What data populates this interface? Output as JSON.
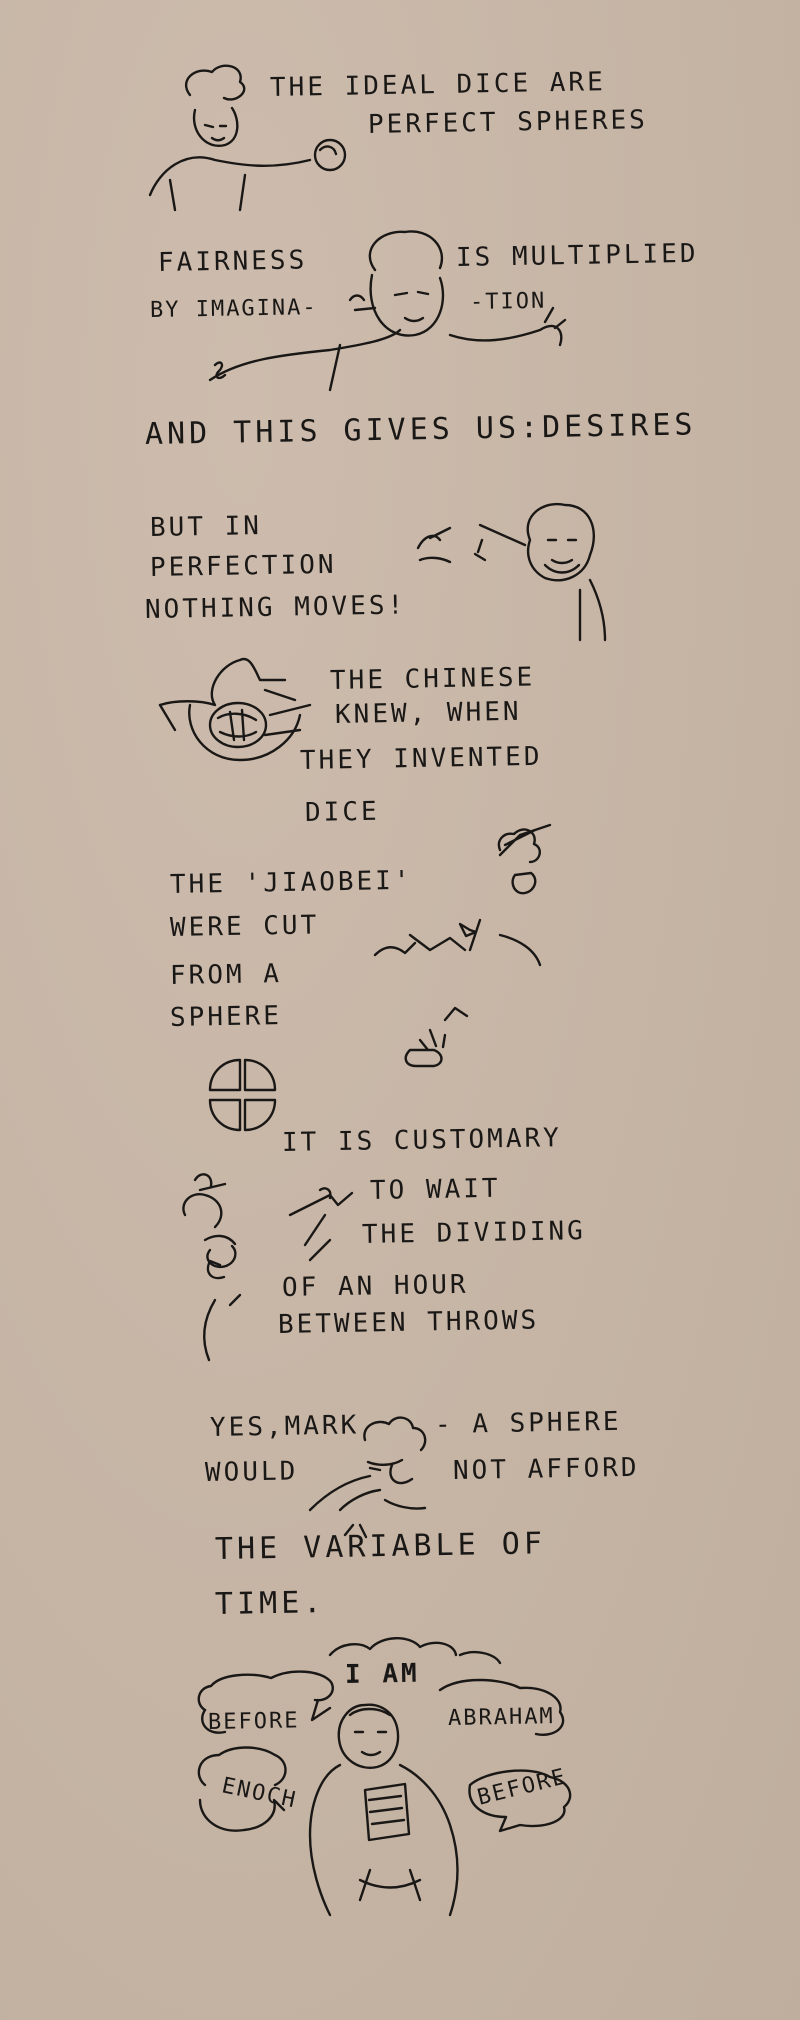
{
  "lines": [
    "THE IDEAL DICE ARE",
    "PERFECT SPHERES",
    "FAIRNESS",
    "IS MULTIPLIED",
    "BY IMAGINA-",
    "-TION",
    "AND THIS GIVES US:DESIRES",
    "BUT IN",
    "PERFECTION",
    "NOTHING MOVES!",
    "THE CHINESE",
    "KNEW, WHEN",
    "THEY INVENTED",
    "DICE",
    "THE 'JIAOBEI'",
    "WERE CUT",
    "FROM A",
    "SPHERE",
    "IT IS CUSTOMARY",
    "TO WAIT",
    "THE DIVIDING",
    "OF AN HOUR",
    "BETWEEN THROWS",
    "YES,MARK",
    "- A SPHERE",
    "WOULD",
    "NOT AFFORD",
    "THE VARIABLE OF",
    "TIME.",
    "I AM",
    "BEFORE",
    "ABRAHAM",
    "ENOCH",
    "BEFORE"
  ],
  "colors": {
    "paper": "#c8b7a8",
    "ink": "#1a1816"
  }
}
